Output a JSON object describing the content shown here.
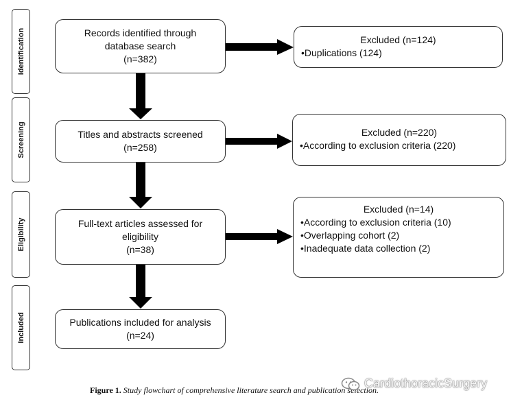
{
  "stages": [
    {
      "label": "Identification"
    },
    {
      "label": "Screening"
    },
    {
      "label": "Eligibility"
    },
    {
      "label": "Included"
    }
  ],
  "flow": {
    "identified": {
      "lines": [
        "Records identified through",
        "database search",
        "(n=382)"
      ]
    },
    "screened": {
      "lines": [
        "Titles and abstracts screened",
        "(n=258)"
      ]
    },
    "fulltext": {
      "lines": [
        "Full-text articles assessed for",
        "eligibility",
        "(n=38)"
      ]
    },
    "included": {
      "lines": [
        "Publications included for analysis",
        "(n=24)"
      ]
    }
  },
  "excluded": {
    "identification": {
      "title": "Excluded (n=124)",
      "items": [
        "Duplications (124)"
      ]
    },
    "screening": {
      "title": "Excluded (n=220)",
      "items": [
        "According to exclusion criteria (220)"
      ]
    },
    "eligibility": {
      "title": "Excluded (n=14)",
      "items": [
        "According to exclusion criteria (10)",
        "Overlapping cohort (2)",
        "Inadequate data collection (2)"
      ]
    }
  },
  "caption": {
    "label": "Figure 1.",
    "text": "Study flowchart of comprehensive literature search and publication selection."
  },
  "watermark": {
    "text": "CardiothoracicSurgery"
  },
  "colors": {
    "stroke": "#333333",
    "arrow": "#000000",
    "text": "#111111"
  }
}
